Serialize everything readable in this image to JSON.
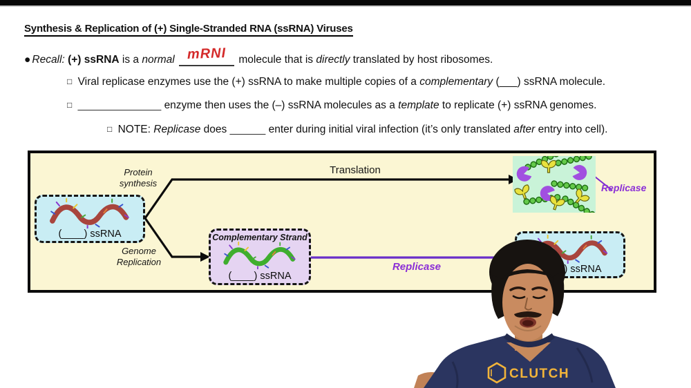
{
  "notes": {
    "title": "Synthesis & Replication of (+) Single-Stranded RNA (ssRNA) Viruses",
    "recall": {
      "bullet": "●",
      "s1": "Recall:",
      "s2": "(+) ssRNA",
      "s3": "is a",
      "s4": "normal",
      "handwritten": "mRNI",
      "s5": "molecule that is",
      "s6": "directly",
      "s7": "translated by host ribosomes."
    },
    "viral": {
      "bullet": "□",
      "s1": "Viral replicase enzymes use the (+) ssRNA to make multiple copies of a",
      "s2": "complementary",
      "s3": "(___) ssRNA molecule."
    },
    "enzyme": {
      "bullet": "□",
      "blank": "______________",
      "s1": "enzyme then uses the (–) ssRNA molecules as a",
      "s2": "template",
      "s3": "to replicate (+) ssRNA genomes."
    },
    "note": {
      "bullet": "□",
      "s1": "NOTE:",
      "s2": "Replicase",
      "s3": "does",
      "blank": "______",
      "s4": "enter during initial viral infection (it’s only translated",
      "s5": "after",
      "s6": "entry into cell)."
    }
  },
  "diagram": {
    "plus_box_label": "(____) ssRNA",
    "protein_synthesis_l1": "Protein",
    "protein_synthesis_l2": "synthesis",
    "translation": "Translation",
    "genome_replication_l1": "Genome",
    "genome_replication_l2": "Replication",
    "complementary_title": "Complementary Strand",
    "minus_box_label": "(____) ssRNA",
    "right_box_label": "(____) ssRNA",
    "replicase_product": "Replicase",
    "replicase_enzyme": "Replicase"
  },
  "webcam": {
    "shirt_text": "CLUTCH"
  },
  "colors": {
    "accent_purple": "#8b2fd6",
    "replicase_line_purple": "#6a2fc9",
    "handwriting_red": "#d42a2a",
    "diagram_bg": "#fbf6d3",
    "plus_strand_box": "#c9edf4",
    "minus_strand_box": "#e5d4f2",
    "product_box": "#c9f3d8",
    "rna_plus_strand": "#a8453d",
    "rna_minus_strand": "#3fae2e",
    "shirt_navy": "#2b3560",
    "logo_yellow": "#f2b43a"
  }
}
